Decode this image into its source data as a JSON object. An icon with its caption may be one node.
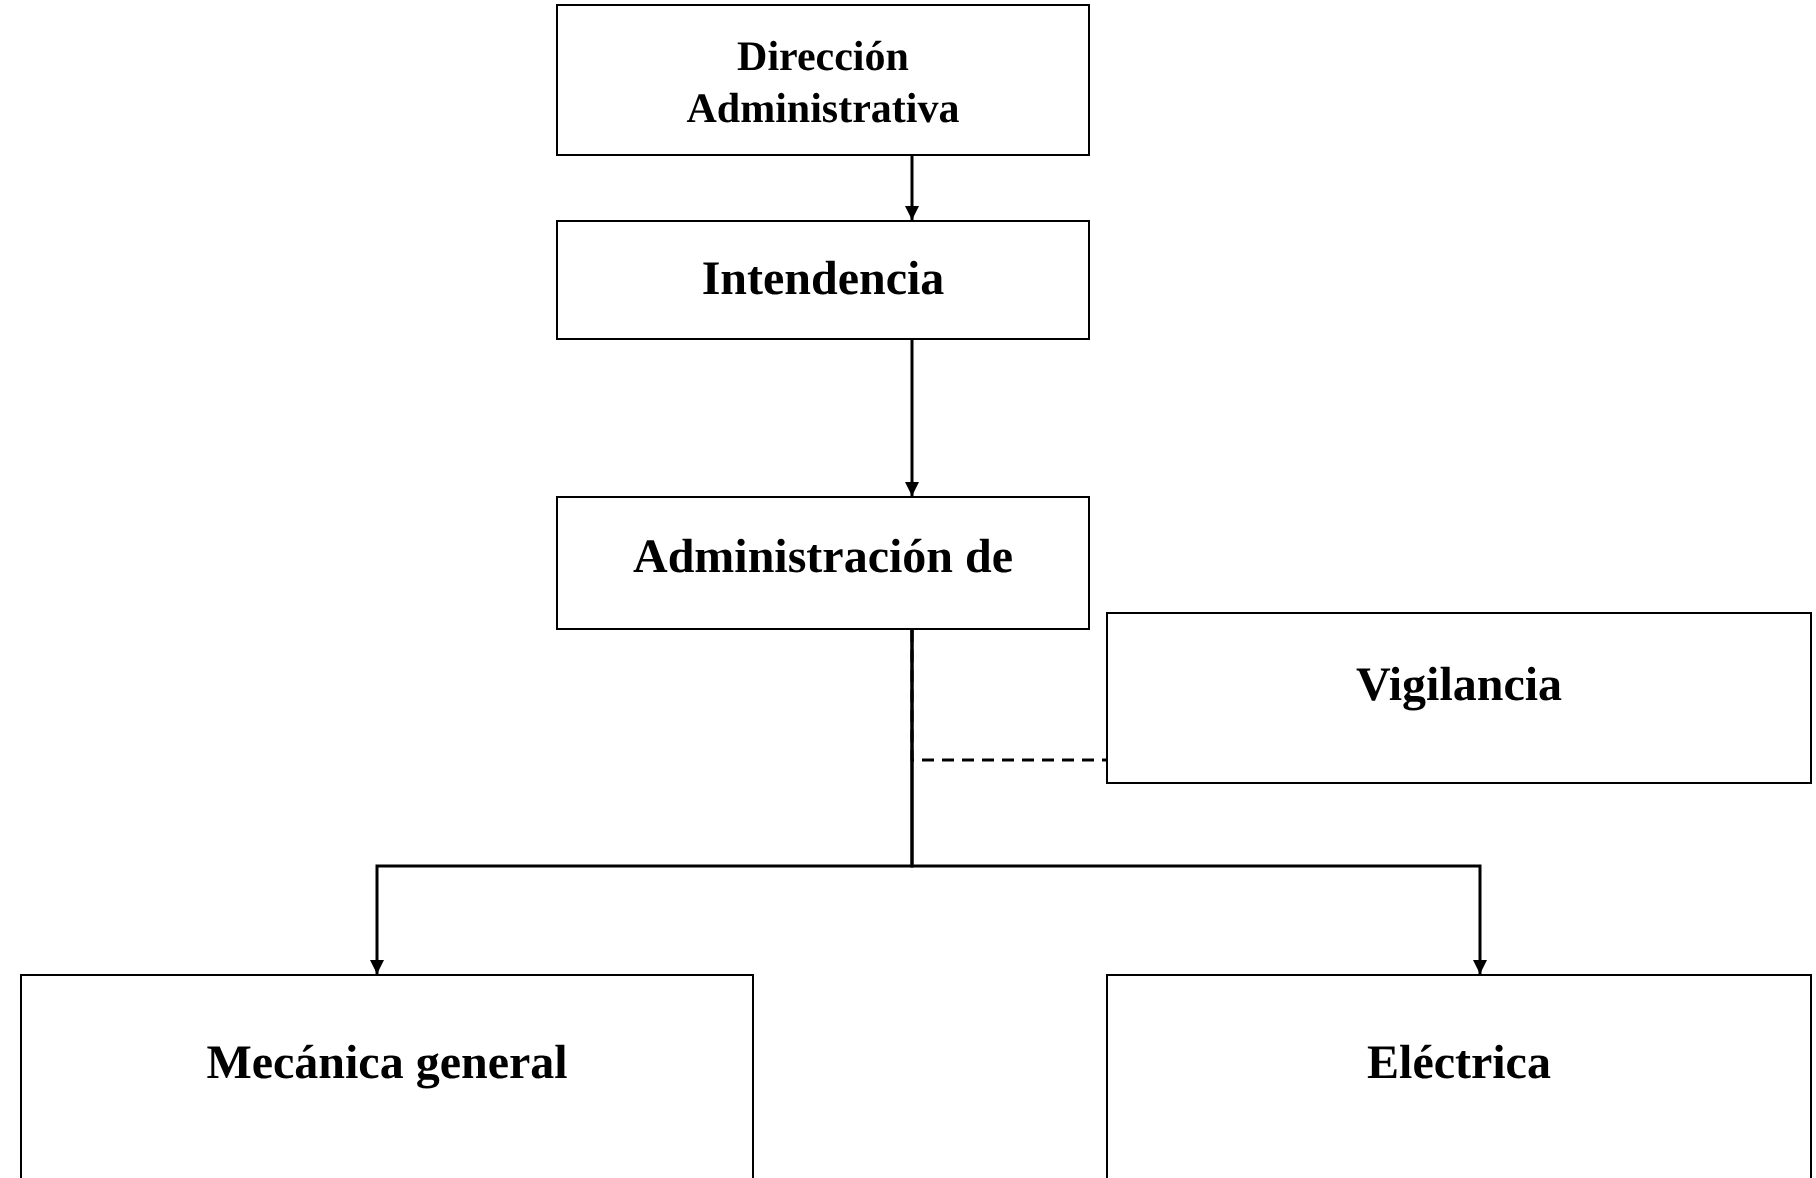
{
  "diagram": {
    "nodes": [
      {
        "text": [
          "Dirección Administrativa"
        ]
      },
      {
        "text": [
          "Intendencia"
        ]
      },
      {
        "text": [
          "Administración de"
        ]
      },
      {
        "text": [
          "Vigilancia"
        ]
      },
      {
        "text": [
          "Mecánica general"
        ]
      },
      {
        "text": [
          "Eléctrica"
        ]
      }
    ],
    "edges": [
      {
        "from": 0,
        "to": 1,
        "arrow": "to"
      },
      {
        "from": 1,
        "to": 2,
        "arrow": "to"
      },
      {
        "from": 2,
        "to": 3,
        "arrow": "none",
        "style": "dashed"
      },
      {
        "from": 2,
        "to": 4,
        "arrow": "to"
      },
      {
        "from": 2,
        "to": 5,
        "arrow": "to"
      }
    ]
  }
}
